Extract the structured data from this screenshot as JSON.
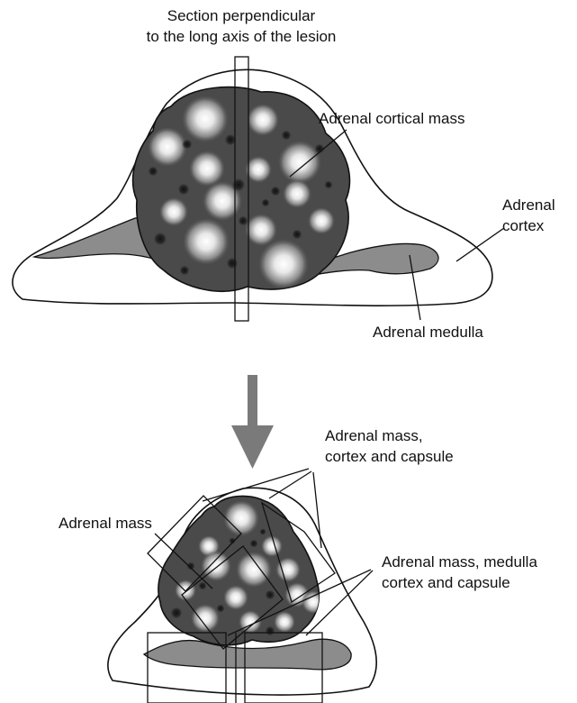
{
  "labels": {
    "section_line1": "Section perpendicular",
    "section_line2": "to the long axis of the lesion",
    "cortical_mass": "Adrenal cortical mass",
    "cortex_line1": "Adrenal",
    "cortex_line2": "cortex",
    "medulla": "Adrenal medulla",
    "mass_cortex_capsule_line1": "Adrenal mass,",
    "mass_cortex_capsule_line2": "cortex and capsule",
    "mass": "Adrenal mass",
    "mass_medulla_line1": "Adrenal mass, medulla",
    "mass_medulla_line2": "cortex and capsule"
  },
  "colors": {
    "outline": "#111111",
    "tissue_gray": "#8c8c8c",
    "mass_dark": "#4a4a4a",
    "arrow": "#7a7a7a"
  }
}
